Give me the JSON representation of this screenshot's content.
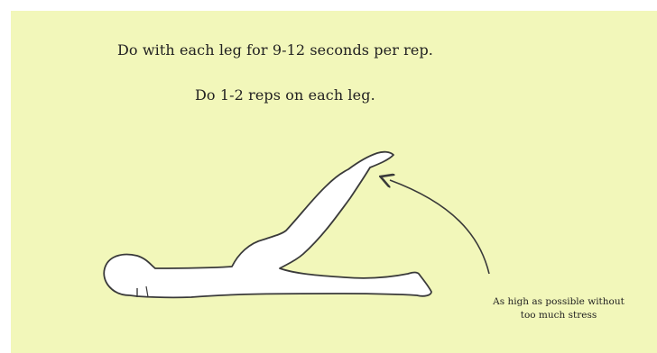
{
  "instructions": {
    "line1": "Do with each leg for 9-12 seconds per rep.",
    "line2": "Do 1-2 reps on each leg."
  },
  "illustration": {
    "caption_line1": "As high as possible without",
    "caption_line2": "too much stress"
  },
  "colors": {
    "background": "#f2f7ba",
    "figure_fill": "#ffffff",
    "figure_stroke": "#3a3a3a",
    "text": "#222222"
  }
}
